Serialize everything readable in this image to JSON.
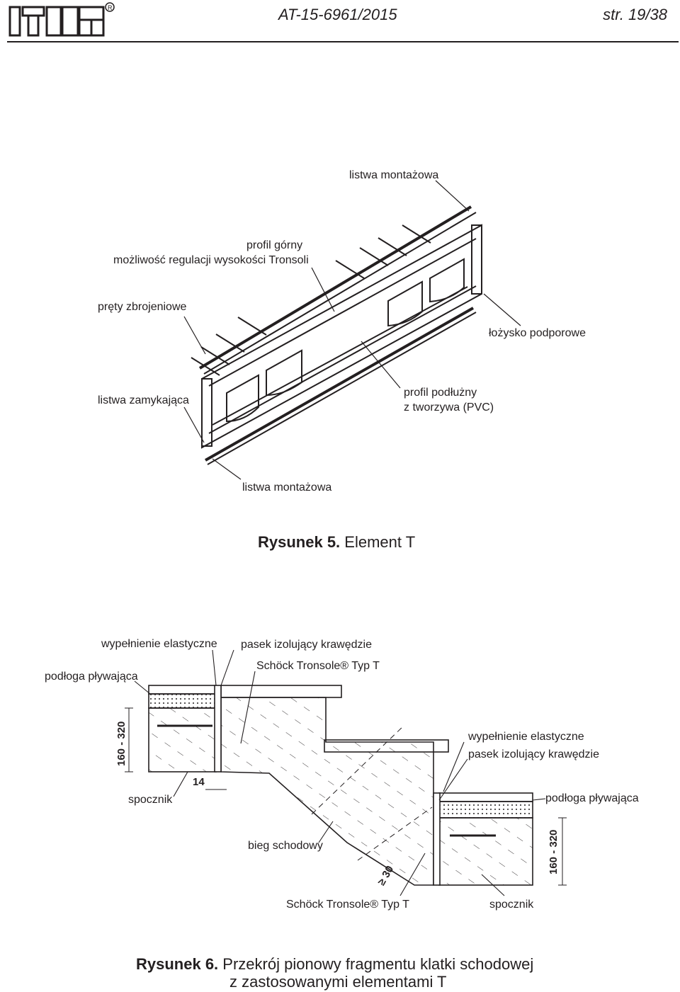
{
  "header": {
    "logo_text": "ITB",
    "doc_number": "AT-15-6961/2015",
    "page": "str. 19/38"
  },
  "figure5": {
    "labels": {
      "listwa_top": "listwa montażowa",
      "profil_gorny_1": "profil górny",
      "profil_gorny_2": "możliwość regulacji wysokości Tronsoli",
      "prety": "pręty zbrojeniowe",
      "lozysko": "łożysko podporowe",
      "listwa_zamykajaca": "listwa zamykająca",
      "profil_podluzny_1": "profil podłużny",
      "profil_podluzny_2": "z tworzywa (PVC)",
      "listwa_bottom": "listwa montażowa"
    },
    "caption_bold": "Rysunek 5.",
    "caption_text": " Element T"
  },
  "figure6": {
    "labels": {
      "wypelnienie_top": "wypełnienie elastyczne",
      "pasek_top": "pasek izolujący krawędzie",
      "tronsole_top": "Schöck Tronsole® Typ T",
      "podloga_left": "podłoga pływająca",
      "wypelnienie_right": "wypełnienie elastyczne",
      "pasek_right": "pasek izolujący krawędzie",
      "podloga_right": "podłoga pływająca",
      "spocznik_left": "spocznik",
      "bieg": "bieg schodowy",
      "tronsole_bottom": "Schöck Tronsole® Typ T",
      "spocznik_right": "spocznik"
    },
    "dims": {
      "left_height": "160 - 320",
      "gap": "14",
      "min": "≥ 30",
      "right_height": "160 - 320"
    },
    "caption_bold": "Rysunek 6.",
    "caption_text_1": "  Przekrój pionowy fragmentu klatki schodowej",
    "caption_text_2": "z zastosowanymi elementami T"
  }
}
